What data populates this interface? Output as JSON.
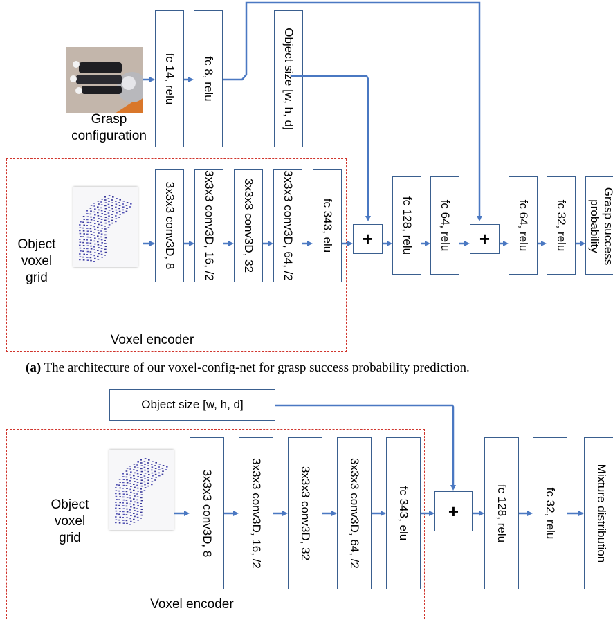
{
  "top": {
    "grasp_label": [
      "Grasp",
      "configuration"
    ],
    "object_label": [
      "Object",
      "voxel",
      "grid"
    ],
    "encoder_label": "Voxel encoder",
    "object_size": "Object size [w, h, d]",
    "grasp_fc": [
      "fc 14, relu",
      "fc 8, relu"
    ],
    "encoder_layers": [
      "3x3x3 conv3D, 8",
      "3x3x3 conv3D, 16, /2",
      "3x3x3 conv3D, 32",
      "3x3x3 conv3D, 64, /2",
      "fc 343, elu"
    ],
    "plus": "+",
    "head_1": [
      "fc 128, relu",
      "fc 64, relu"
    ],
    "head_2": [
      "fc 64, relu",
      "fc 32, relu"
    ],
    "output": [
      "Grasp success",
      "probability"
    ],
    "caption_tag": "(a)",
    "caption_text": " The architecture of our voxel-config-net for grasp success probability prediction."
  },
  "bottom": {
    "object_size": "Object size [w, h, d]",
    "object_label": [
      "Object",
      "voxel",
      "grid"
    ],
    "encoder_label": "Voxel encoder",
    "encoder_layers": [
      "3x3x3 conv3D, 8",
      "3x3x3 conv3D, 16, /2",
      "3x3x3 conv3D, 32",
      "3x3x3 conv3D, 64, /2",
      "fc 343, elu"
    ],
    "plus": "+",
    "head": [
      "fc 128, relu",
      "fc 32, relu",
      "Mixture distribution"
    ]
  },
  "colors": {
    "wire": "#4a78c2",
    "box_border": "#3a5f8f",
    "dashed": "#d0342c"
  },
  "icons": {
    "grasp_image": "robot-hand-photo",
    "voxel_image": "voxel-point-cloud"
  }
}
